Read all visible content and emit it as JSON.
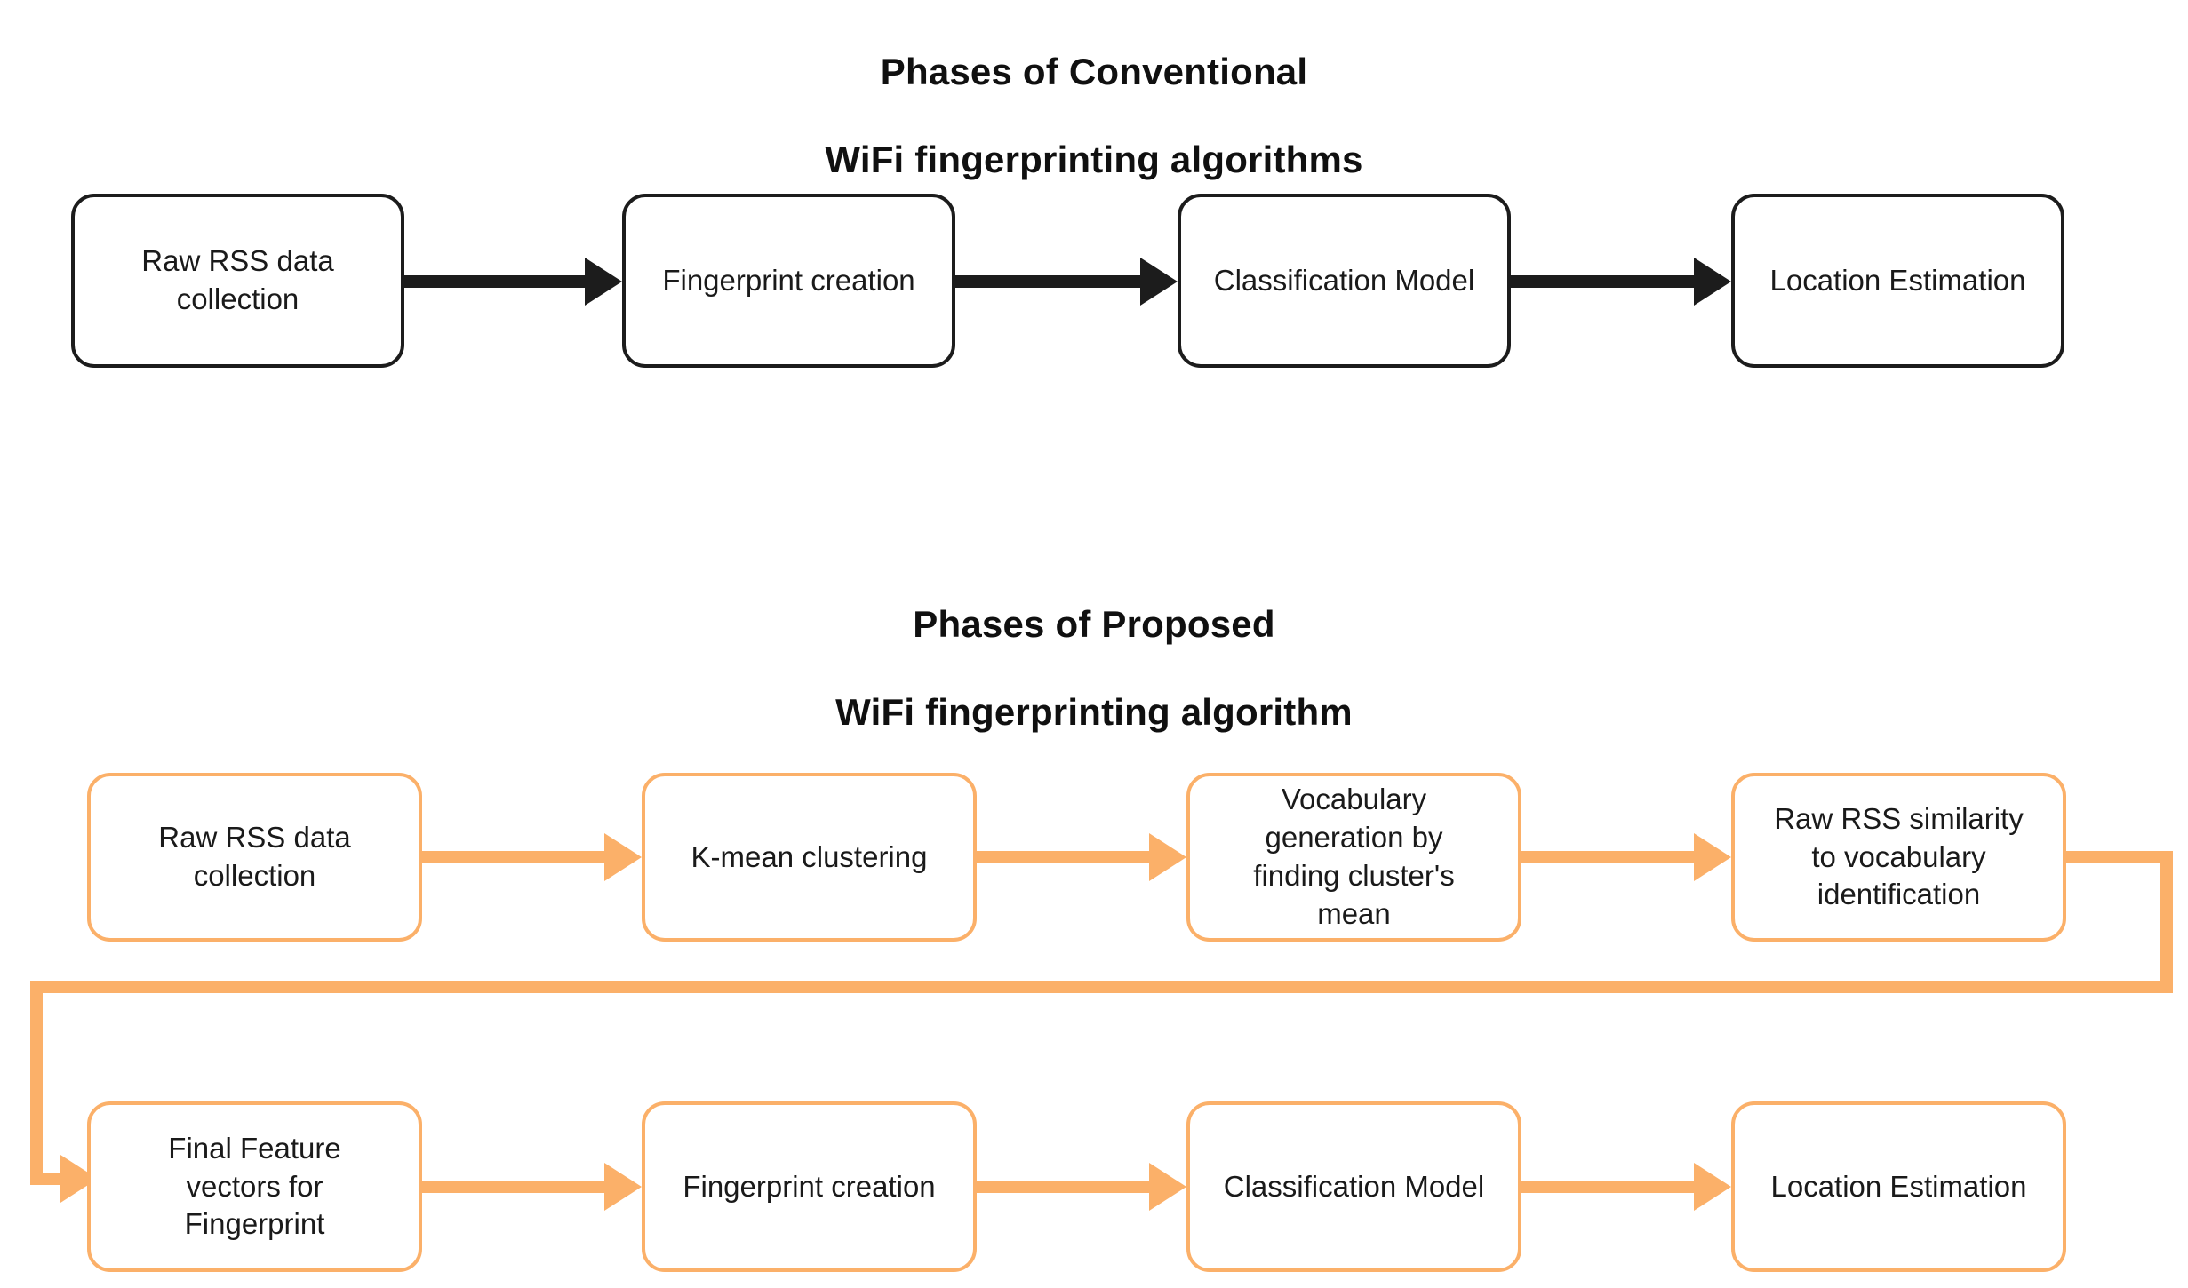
{
  "diagram": {
    "background_color": "#ffffff",
    "sections": [
      {
        "id": "conventional",
        "title_line1": "Phases of Conventional",
        "title_line2": "WiFi fingerprinting algorithms",
        "accent_color": "#1c1c1c",
        "nodes": [
          {
            "id": "conv-raw-rss",
            "label": "Raw RSS data\ncollection"
          },
          {
            "id": "conv-fingerprint",
            "label": "Fingerprint creation"
          },
          {
            "id": "conv-classification",
            "label": "Classification Model"
          },
          {
            "id": "conv-location",
            "label": "Location Estimation"
          }
        ],
        "connectors": [
          {
            "id": "conv-arrow-1",
            "from": "conv-raw-rss",
            "to": "conv-fingerprint",
            "kind": "arrow-right"
          },
          {
            "id": "conv-arrow-2",
            "from": "conv-fingerprint",
            "to": "conv-classification",
            "kind": "arrow-right"
          },
          {
            "id": "conv-arrow-3",
            "from": "conv-classification",
            "to": "conv-location",
            "kind": "arrow-right"
          }
        ]
      },
      {
        "id": "proposed",
        "title_line1": "Phases of Proposed",
        "title_line2": "WiFi fingerprinting algorithm",
        "accent_color": "#fbb069",
        "nodes": [
          {
            "id": "prop-raw-rss",
            "label": "Raw RSS data\ncollection"
          },
          {
            "id": "prop-kmean",
            "label": "K-mean clustering"
          },
          {
            "id": "prop-vocab-gen",
            "label": "Vocabulary\ngeneration by\nfinding cluster's\nmean"
          },
          {
            "id": "prop-similarity",
            "label": "Raw RSS similarity\nto vocabulary\nidentification"
          },
          {
            "id": "prop-final-feature",
            "label": "Final Feature\nvectors for\nFingerprint"
          },
          {
            "id": "prop-fingerprint",
            "label": "Fingerprint creation"
          },
          {
            "id": "prop-classification",
            "label": "Classification Model"
          },
          {
            "id": "prop-location",
            "label": "Location Estimation"
          }
        ],
        "connectors": [
          {
            "id": "prop-arrow-1",
            "from": "prop-raw-rss",
            "to": "prop-kmean",
            "kind": "arrow-right"
          },
          {
            "id": "prop-arrow-2",
            "from": "prop-kmean",
            "to": "prop-vocab-gen",
            "kind": "arrow-right"
          },
          {
            "id": "prop-arrow-3",
            "from": "prop-vocab-gen",
            "to": "prop-similarity",
            "kind": "arrow-right"
          },
          {
            "id": "prop-wrap",
            "from": "prop-similarity",
            "to": "prop-final-feature",
            "kind": "wrap-down-left-arrow"
          },
          {
            "id": "prop-arrow-4",
            "from": "prop-final-feature",
            "to": "prop-fingerprint",
            "kind": "arrow-right"
          },
          {
            "id": "prop-arrow-5",
            "from": "prop-fingerprint",
            "to": "prop-classification",
            "kind": "arrow-right"
          },
          {
            "id": "prop-arrow-6",
            "from": "prop-classification",
            "to": "prop-location",
            "kind": "arrow-right"
          }
        ]
      }
    ]
  }
}
